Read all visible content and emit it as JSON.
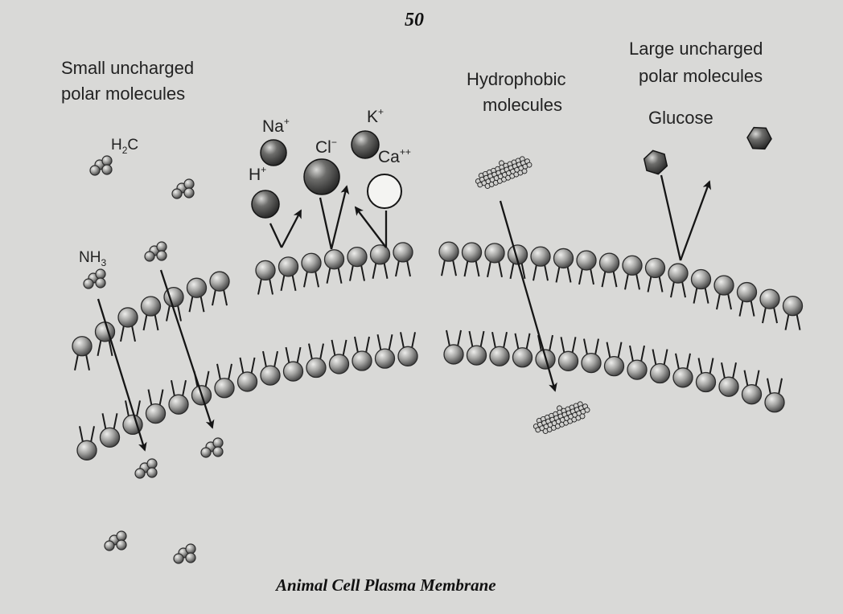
{
  "page": {
    "number": "50",
    "caption": "Animal Cell Plasma Membrane"
  },
  "labels": {
    "small_polar": [
      "Small uncharged",
      "polar molecules"
    ],
    "hydrophobic": [
      "Hydrophobic",
      "molecules"
    ],
    "large_polar": [
      "Large uncharged",
      "polar molecules"
    ],
    "glucose": "Glucose"
  },
  "molecules": {
    "h2c": {
      "main": "H",
      "sub": "2",
      "rest": "C"
    },
    "nh3": {
      "main": "NH",
      "sub": "3"
    }
  },
  "ions": {
    "na": {
      "symbol": "Na",
      "charge": "+"
    },
    "h": {
      "symbol": "H",
      "charge": "+"
    },
    "cl": {
      "symbol": "Cl",
      "charge": "−"
    },
    "k": {
      "symbol": "K",
      "charge": "+"
    },
    "ca": {
      "symbol": "Ca",
      "charge": "++"
    }
  },
  "colors": {
    "background": "#d9d9d7",
    "ink": "#1e1e1e",
    "head_light": "#e4e4e2",
    "head_dark": "#3a3a3a"
  }
}
